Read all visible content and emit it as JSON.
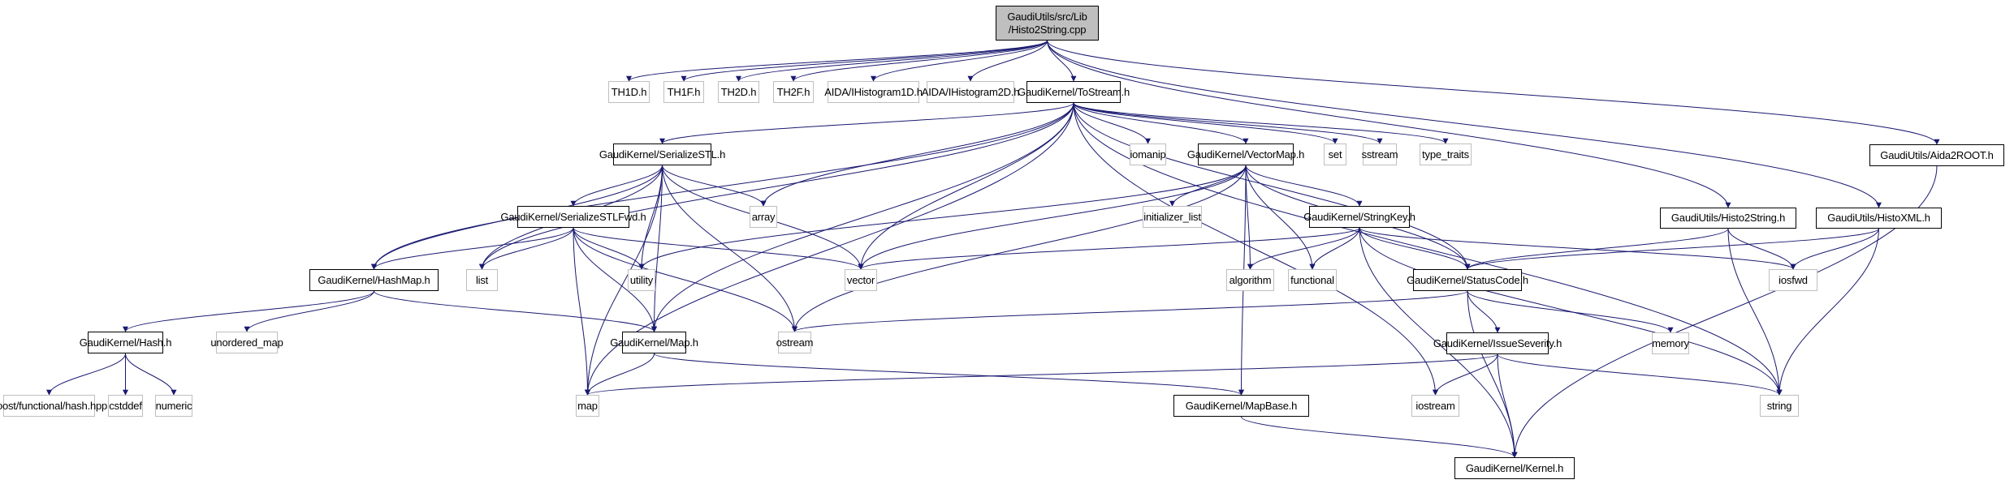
{
  "graph": {
    "title": "GaudiUtils/src/Lib/Histo2String.cpp include dependency graph",
    "edge_color": "#191970",
    "root_fill": "#bfbfbf",
    "external_border": "#bfbfbf",
    "nodes": [
      {
        "id": "cpp",
        "label": "GaudiUtils/src/Lib\n/Histo2String.cpp",
        "kind": "root"
      },
      {
        "id": "th1d",
        "label": "TH1D.h",
        "kind": "external"
      },
      {
        "id": "th1f",
        "label": "TH1F.h",
        "kind": "external"
      },
      {
        "id": "th2d",
        "label": "TH2D.h",
        "kind": "external"
      },
      {
        "id": "th2f",
        "label": "TH2F.h",
        "kind": "external"
      },
      {
        "id": "ih1d",
        "label": "AIDA/IHistogram1D.h",
        "kind": "external"
      },
      {
        "id": "ih2d",
        "label": "AIDA/IHistogram2D.h",
        "kind": "external"
      },
      {
        "id": "tostream",
        "label": "GaudiKernel/ToStream.h",
        "kind": "internal"
      },
      {
        "id": "aida2root",
        "label": "GaudiUtils/Aida2ROOT.h",
        "kind": "internal"
      },
      {
        "id": "serstl",
        "label": "GaudiKernel/SerializeSTL.h",
        "kind": "internal"
      },
      {
        "id": "iomanip",
        "label": "iomanip",
        "kind": "external"
      },
      {
        "id": "vectormap",
        "label": "GaudiKernel/VectorMap.h",
        "kind": "internal"
      },
      {
        "id": "set",
        "label": "set",
        "kind": "external"
      },
      {
        "id": "sstream",
        "label": "sstream",
        "kind": "external"
      },
      {
        "id": "type_traits",
        "label": "type_traits",
        "kind": "external"
      },
      {
        "id": "h2s",
        "label": "GaudiUtils/Histo2String.h",
        "kind": "internal"
      },
      {
        "id": "histoxml",
        "label": "GaudiUtils/HistoXML.h",
        "kind": "internal"
      },
      {
        "id": "serfwd",
        "label": "GaudiKernel/SerializeSTLFwd.h",
        "kind": "internal"
      },
      {
        "id": "array",
        "label": "array",
        "kind": "external"
      },
      {
        "id": "initlist",
        "label": "initializer_list",
        "kind": "external"
      },
      {
        "id": "stringkey",
        "label": "GaudiKernel/StringKey.h",
        "kind": "internal"
      },
      {
        "id": "hashmap",
        "label": "GaudiKernel/HashMap.h",
        "kind": "internal"
      },
      {
        "id": "list",
        "label": "list",
        "kind": "external"
      },
      {
        "id": "utility",
        "label": "utility",
        "kind": "external"
      },
      {
        "id": "vector",
        "label": "vector",
        "kind": "external"
      },
      {
        "id": "algorithm",
        "label": "algorithm",
        "kind": "external"
      },
      {
        "id": "functional",
        "label": "functional",
        "kind": "external"
      },
      {
        "id": "statuscode",
        "label": "GaudiKernel/StatusCode.h",
        "kind": "internal"
      },
      {
        "id": "iosfwd",
        "label": "iosfwd",
        "kind": "external"
      },
      {
        "id": "hash",
        "label": "GaudiKernel/Hash.h",
        "kind": "internal"
      },
      {
        "id": "unordered_map",
        "label": "unordered_map",
        "kind": "external"
      },
      {
        "id": "maph",
        "label": "GaudiKernel/Map.h",
        "kind": "internal"
      },
      {
        "id": "ostream",
        "label": "ostream",
        "kind": "external"
      },
      {
        "id": "issue",
        "label": "GaudiKernel/IssueSeverity.h",
        "kind": "internal"
      },
      {
        "id": "memory",
        "label": "memory",
        "kind": "external"
      },
      {
        "id": "boosthash",
        "label": "boost/functional/hash.hpp",
        "kind": "external"
      },
      {
        "id": "cstddef",
        "label": "cstddef",
        "kind": "external"
      },
      {
        "id": "numeric",
        "label": "numeric",
        "kind": "external"
      },
      {
        "id": "map",
        "label": "map",
        "kind": "external"
      },
      {
        "id": "mapbase",
        "label": "GaudiKernel/MapBase.h",
        "kind": "internal"
      },
      {
        "id": "iostream",
        "label": "iostream",
        "kind": "external"
      },
      {
        "id": "string",
        "label": "string",
        "kind": "external"
      },
      {
        "id": "kernel",
        "label": "GaudiKernel/Kernel.h",
        "kind": "internal"
      }
    ],
    "edges": [
      [
        "cpp",
        "th1d"
      ],
      [
        "cpp",
        "th1f"
      ],
      [
        "cpp",
        "th2d"
      ],
      [
        "cpp",
        "th2f"
      ],
      [
        "cpp",
        "ih1d"
      ],
      [
        "cpp",
        "ih2d"
      ],
      [
        "cpp",
        "tostream"
      ],
      [
        "cpp",
        "aida2root"
      ],
      [
        "cpp",
        "h2s"
      ],
      [
        "cpp",
        "histoxml"
      ],
      [
        "tostream",
        "serstl"
      ],
      [
        "tostream",
        "iomanip"
      ],
      [
        "tostream",
        "vectormap"
      ],
      [
        "tostream",
        "set"
      ],
      [
        "tostream",
        "sstream"
      ],
      [
        "tostream",
        "type_traits"
      ],
      [
        "tostream",
        "hashmap"
      ],
      [
        "tostream",
        "list"
      ],
      [
        "tostream",
        "array"
      ],
      [
        "tostream",
        "vector"
      ],
      [
        "tostream",
        "maph"
      ],
      [
        "tostream",
        "map"
      ],
      [
        "tostream",
        "statuscode"
      ],
      [
        "tostream",
        "string"
      ],
      [
        "tostream",
        "iostream"
      ],
      [
        "serstl",
        "serfwd"
      ],
      [
        "serstl",
        "array"
      ],
      [
        "serstl",
        "utility"
      ],
      [
        "serstl",
        "vector"
      ],
      [
        "serstl",
        "list"
      ],
      [
        "serstl",
        "hashmap"
      ],
      [
        "serstl",
        "maph"
      ],
      [
        "serstl",
        "map"
      ],
      [
        "serstl",
        "ostream"
      ],
      [
        "serfwd",
        "hashmap"
      ],
      [
        "serfwd",
        "list"
      ],
      [
        "serfwd",
        "utility"
      ],
      [
        "serfwd",
        "vector"
      ],
      [
        "serfwd",
        "maph"
      ],
      [
        "serfwd",
        "map"
      ],
      [
        "serfwd",
        "ostream"
      ],
      [
        "vectormap",
        "initlist"
      ],
      [
        "vectormap",
        "stringkey"
      ],
      [
        "vectormap",
        "algorithm"
      ],
      [
        "vectormap",
        "functional"
      ],
      [
        "vectormap",
        "vector"
      ],
      [
        "vectormap",
        "utility"
      ],
      [
        "vectormap",
        "ostream"
      ],
      [
        "vectormap",
        "mapbase"
      ],
      [
        "vectormap",
        "statuscode"
      ],
      [
        "stringkey",
        "vector"
      ],
      [
        "stringkey",
        "algorithm"
      ],
      [
        "stringkey",
        "functional"
      ],
      [
        "stringkey",
        "statuscode"
      ],
      [
        "stringkey",
        "iosfwd"
      ],
      [
        "stringkey",
        "string"
      ],
      [
        "stringkey",
        "kernel"
      ],
      [
        "h2s",
        "statuscode"
      ],
      [
        "h2s",
        "iosfwd"
      ],
      [
        "h2s",
        "string"
      ],
      [
        "histoxml",
        "statuscode"
      ],
      [
        "histoxml",
        "iosfwd"
      ],
      [
        "histoxml",
        "string"
      ],
      [
        "aida2root",
        "kernel"
      ],
      [
        "hashmap",
        "hash"
      ],
      [
        "hashmap",
        "unordered_map"
      ],
      [
        "hashmap",
        "maph"
      ],
      [
        "hash",
        "boosthash"
      ],
      [
        "hash",
        "cstddef"
      ],
      [
        "hash",
        "numeric"
      ],
      [
        "maph",
        "map"
      ],
      [
        "maph",
        "mapbase"
      ],
      [
        "statuscode",
        "ostream"
      ],
      [
        "statuscode",
        "issue"
      ],
      [
        "statuscode",
        "memory"
      ],
      [
        "statuscode",
        "kernel"
      ],
      [
        "issue",
        "map"
      ],
      [
        "issue",
        "iostream"
      ],
      [
        "issue",
        "string"
      ],
      [
        "issue",
        "kernel"
      ],
      [
        "mapbase",
        "kernel"
      ]
    ]
  }
}
